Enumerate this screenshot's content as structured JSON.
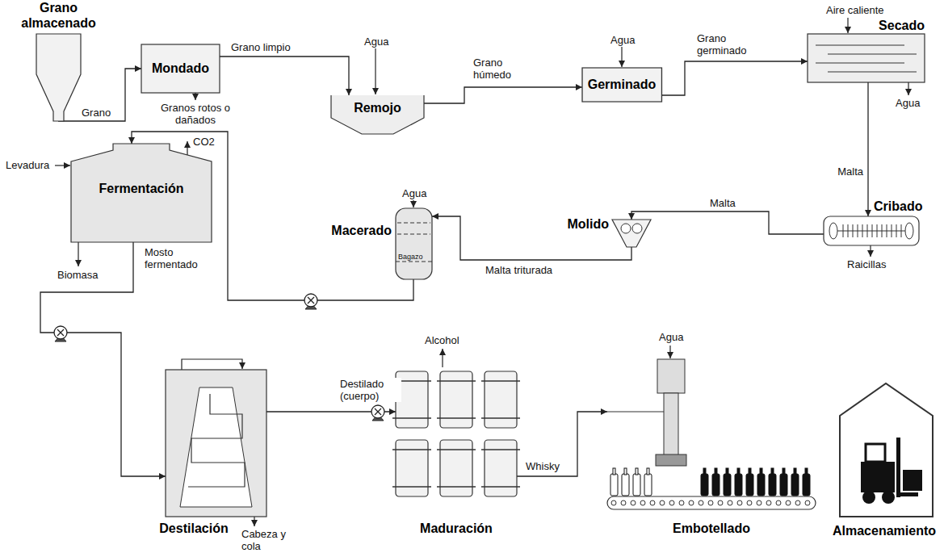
{
  "diagram": {
    "nodes": [
      {
        "text": [
          "Grano almacenado"
        ]
      },
      {
        "text": [
          "Mondado"
        ]
      },
      {
        "text": [
          "Remojo"
        ]
      },
      {
        "text": [
          "Germinado"
        ]
      },
      {
        "text": [
          "Secado"
        ]
      },
      {
        "text": [
          "Cribado"
        ]
      },
      {
        "text": [
          "Molido"
        ]
      },
      {
        "text": [
          "Macerado"
        ]
      },
      {
        "text": [
          "Fermentación"
        ]
      },
      {
        "text": [
          "Destilación"
        ]
      },
      {
        "text": [
          "Maduración"
        ]
      },
      {
        "text": [
          "Embotellado"
        ]
      },
      {
        "text": [
          "Almacenamiento"
        ]
      }
    ],
    "edges": [
      {
        "from": 0,
        "to": 1,
        "arrow": "to",
        "label": "Grano"
      },
      {
        "from": 1,
        "to": 2,
        "arrow": "to",
        "label": "Grano limpio"
      },
      {
        "from": 2,
        "to": 3,
        "arrow": "to",
        "label": "Grano húmedo"
      },
      {
        "from": 3,
        "to": 4,
        "arrow": "to",
        "label": "Grano germinado"
      },
      {
        "from": 4,
        "to": 5,
        "arrow": "to",
        "label": "Malta"
      },
      {
        "from": 5,
        "to": 6,
        "arrow": "to",
        "label": "Malta"
      },
      {
        "from": 6,
        "to": 7,
        "arrow": "to",
        "label": "Malta triturada"
      },
      {
        "from": 7,
        "to": 8,
        "arrow": "to"
      },
      {
        "from": 8,
        "to": 9,
        "arrow": "to",
        "label": "Mosto fermentado"
      },
      {
        "from": 9,
        "to": 10,
        "arrow": "to",
        "label": "Destilado (cuerpo)"
      },
      {
        "from": 10,
        "to": 11,
        "arrow": "to",
        "label": "Whisky"
      }
    ],
    "labels": [
      "Granos rotos o dañados",
      "Agua",
      "Agua",
      "Aire caliente",
      "Agua",
      "Raicillas",
      "Agua",
      "Bagazo",
      "Levadura",
      "CO2",
      "Biomasa",
      "Alcohol",
      "Cabeza y cola",
      "Agua"
    ]
  }
}
